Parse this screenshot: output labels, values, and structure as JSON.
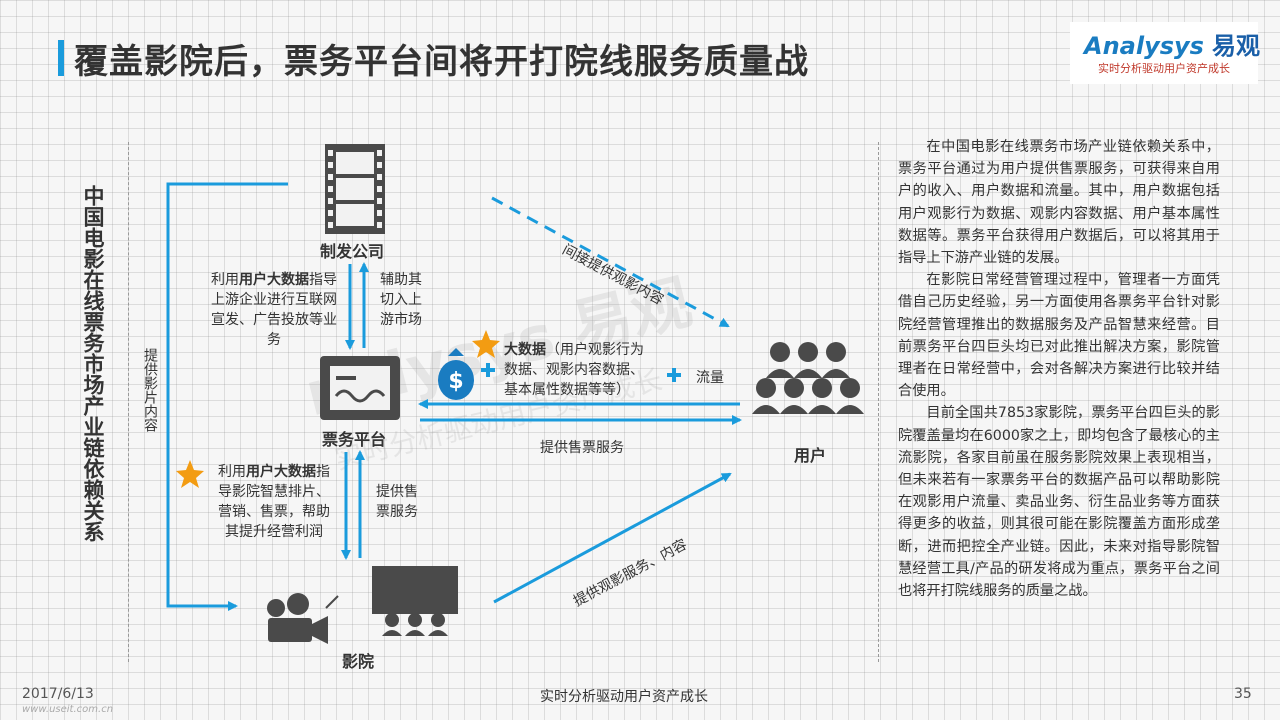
{
  "header": {
    "title": "覆盖影院后，票务平台间将开打院线服务质量战",
    "logo_text": "nalysys",
    "logo_initial": "A",
    "logo_cn": "易观",
    "logo_slogan": "实时分析驱动用户资产成长"
  },
  "diagram": {
    "vertical_title": "中国电影在线票务市场产业链依赖关系",
    "nodes": {
      "producer": "制发公司",
      "platform": "票务平台",
      "user": "用户",
      "cinema": "影院"
    },
    "labels": {
      "bigdata_guide_upstream_pre": "利用",
      "bigdata_guide_upstream_em": "用户大数据",
      "bigdata_guide_upstream_post": "指导",
      "bigdata_guide_upstream_line2": "上游企业进行互联网",
      "bigdata_guide_upstream_line3": "宣发、广告投放等业",
      "bigdata_guide_upstream_line4": "务",
      "assist_upstream_1": "辅助其",
      "assist_upstream_2": "切入上",
      "assist_upstream_3": "游市场",
      "indirect_content": "间接提供观影内容",
      "bigdata_title": "大数据",
      "bigdata_line1": "（用户观影行为",
      "bigdata_line2": "数据、观影内容数据、",
      "bigdata_line3": "基本属性数据等等）",
      "traffic": "流量",
      "ticket_service": "提供售票服务",
      "film_content": "提供影片内容",
      "bigdata_guide_cinema_pre": "利用",
      "bigdata_guide_cinema_em": "用户大数据",
      "bigdata_guide_cinema_post": "指",
      "bigdata_guide_cinema_line2": "导影院智慧排片、",
      "bigdata_guide_cinema_line3": "营销、售票，帮助",
      "bigdata_guide_cinema_line4": "其提升经营利润",
      "ticket_service_short_1": "提供售",
      "ticket_service_short_2": "票服务",
      "viewing_service": "提供观影服务、内容"
    }
  },
  "description": {
    "p1": "在中国电影在线票务市场产业链依赖关系中，票务平台通过为用户提供售票服务，可获得来自用户的收入、用户数据和流量。其中，用户数据包括用户观影行为数据、观影内容数据、用户基本属性数据等。票务平台获得用户数据后，可以将其用于指导上下游产业链的发展。",
    "p2": "在影院日常经营管理过程中，管理者一方面凭借自己历史经验，另一方面使用各票务平台针对影院经营管理推出的数据服务及产品智慧来经营。目前票务平台四巨头均已对此推出解决方案，影院管理者在日常经营中，会对各解决方案进行比较并结合使用。",
    "p3": "目前全国共7853家影院，票务平台四巨头的影院覆盖量均在6000家之上，即均包含了最核心的主流影院，各家目前虽在服务影院效果上表现相当，但未来若有一家票务平台的数据产品可以帮助影院在观影用户流量、卖品业务、衍生品业务等方面获得更多的收益，则其很可能在影院覆盖方面形成垄断，进而把控全产业链。因此，未来对指导影院智慧经营工具/产品的研发将成为重点，票务平台之间也将开打院线服务的质量之战。"
  },
  "footer": {
    "date": "2017/6/13",
    "slogan": "实时分析驱动用户资产成长",
    "page": "35",
    "url": "www.useit.com.cn"
  },
  "watermark": {
    "main": "nalysys 易观",
    "sub": "实时分析驱动用户资产成长"
  },
  "colors": {
    "accent": "#1a9bdc",
    "arrow": "#1a9bdc",
    "icon": "#4a4a4a",
    "star": "#f39c12"
  },
  "icons": {
    "producer": "film-strip-icon",
    "platform": "ticket-icon",
    "user": "user-group-icon",
    "cinema": "cinema-screen-icon",
    "camera": "movie-camera-icon",
    "money": "money-bag-icon",
    "star": "star-icon",
    "plus": "plus-icon"
  }
}
